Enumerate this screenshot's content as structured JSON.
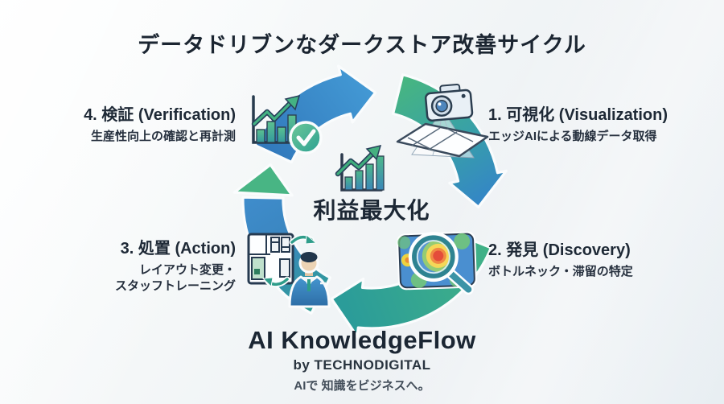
{
  "title": "データドリブンなダークストア改善サイクル",
  "center": {
    "label": "利益最大化",
    "icon": "rising-bar-chart-icon"
  },
  "stages": [
    {
      "title": "1. 可視化 (Visualization)",
      "desc": "エッジAIによる動線データ取得",
      "icon": "camera-floorplan-icon"
    },
    {
      "title": "2. 発見 (Discovery)",
      "desc": "ボトルネック・滞留の特定",
      "icon": "heatmap-magnifier-icon"
    },
    {
      "title": "3. 処置 (Action)",
      "desc": "レイアウト変更・",
      "desc2": "スタッフトレーニング",
      "icon": "layout-staff-icon"
    },
    {
      "title": "4. 検証 (Verification)",
      "desc": "生産性向上の確認と再計測",
      "icon": "chart-checkmark-icon"
    }
  ],
  "footer": {
    "brand": "AI KnowledgeFlow",
    "byline": "by TECHNODIGITAL",
    "tagline": "AIで 知識をビジネスへ。"
  },
  "colors": {
    "ink": "#1b2531",
    "green": "#47b680",
    "teal": "#2e9d98",
    "blue": "#3a84c5",
    "heat_red": "#e23d2a",
    "background": "#f2f5f7"
  }
}
